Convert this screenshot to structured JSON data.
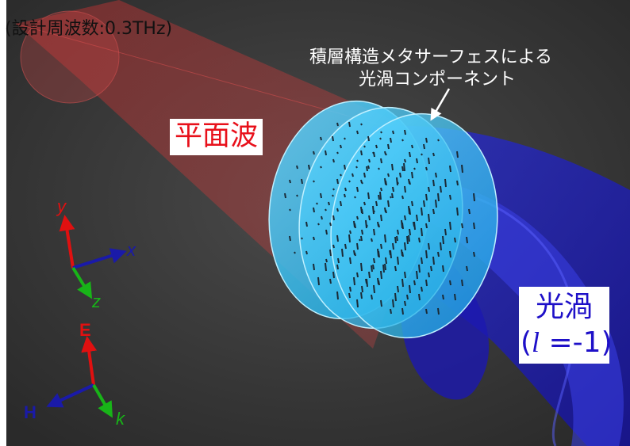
{
  "top_caption": "(設計周波数:0.3THz)",
  "component_caption": {
    "line1": "積層構造メタサーフェスによる",
    "line2": "光渦コンポーネント"
  },
  "plane_wave_label": "平面波",
  "vortex_label": {
    "title": "光渦",
    "paren_open": "(",
    "mode_symbol": "l",
    "mode_rest": " =-1)"
  },
  "axes_top": {
    "y": "y",
    "x": "x",
    "z": "z"
  },
  "axes_bottom": {
    "e": "E",
    "h": "H",
    "k": "k"
  },
  "colors": {
    "background": "#3c3c3c",
    "plane_wave": "#e8101a",
    "vortex": "#1e10c8",
    "metasurface": "#3fc4f0",
    "axis_red": "#e01010",
    "axis_blue": "#1a1aa8",
    "axis_green": "#18b418"
  }
}
